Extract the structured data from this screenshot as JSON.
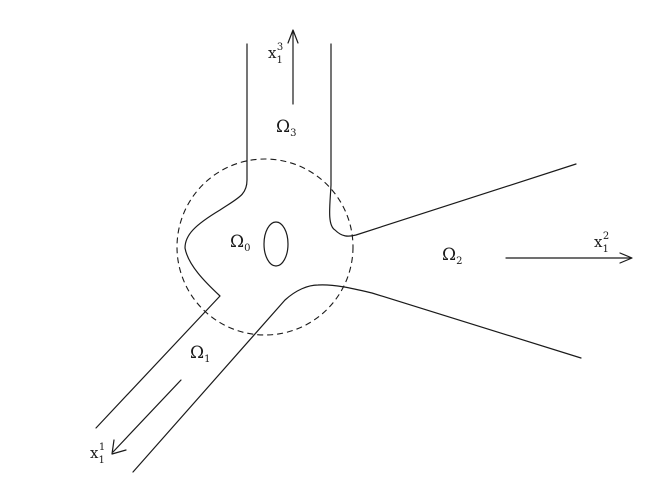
{
  "diagram": {
    "domains": {
      "omega0": {
        "symbol": "Ω",
        "index": "0"
      },
      "omega1": {
        "symbol": "Ω",
        "index": "1"
      },
      "omega2": {
        "symbol": "Ω",
        "index": "2"
      },
      "omega3": {
        "symbol": "Ω",
        "index": "3"
      }
    },
    "axes": {
      "x11": {
        "symbol": "x",
        "sub": "1",
        "sup": "1"
      },
      "x12": {
        "symbol": "x",
        "sub": "1",
        "sup": "2"
      },
      "x13": {
        "symbol": "x",
        "sub": "1",
        "sup": "3"
      }
    }
  }
}
